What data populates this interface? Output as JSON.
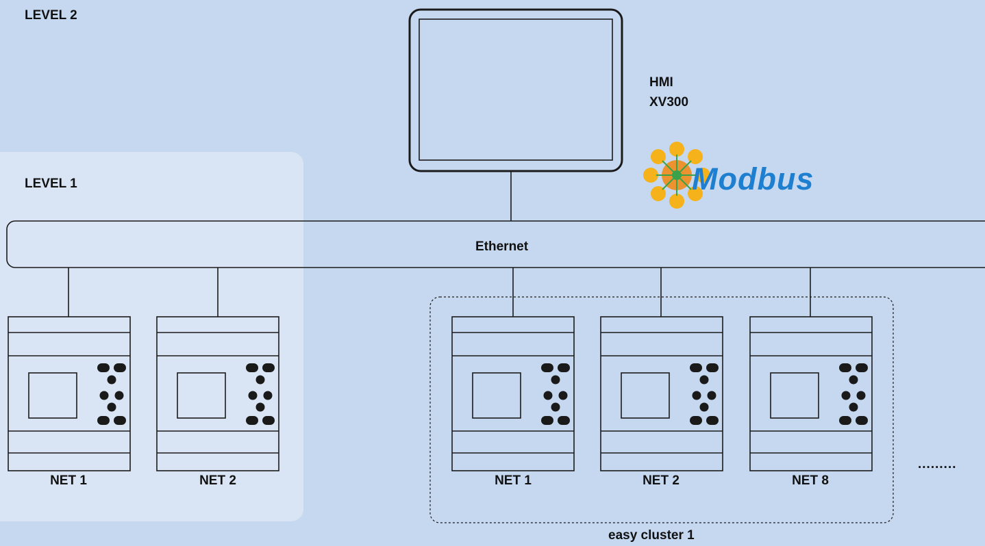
{
  "levels": {
    "level2": "LEVEL 2",
    "level1": "LEVEL 1"
  },
  "hmi": {
    "line1": "HMI",
    "line2": "XV300"
  },
  "bus": {
    "label": "Ethernet"
  },
  "logo": {
    "text": "Modbus",
    "icon": "modbus-star-icon",
    "colors": {
      "text": "#1e7fd0",
      "dots": "#f5b21b",
      "center": "#39a24a"
    }
  },
  "level1_devices": [
    {
      "label": "NET 1"
    },
    {
      "label": "NET 2"
    }
  ],
  "cluster": {
    "label": "easy cluster 1",
    "devices": [
      {
        "label": "NET 1"
      },
      {
        "label": "NET 2"
      },
      {
        "label": "NET 8"
      }
    ]
  },
  "continuation": ".........",
  "colors": {
    "background": "#c5d8ef",
    "level1_panel": "#d9e5f4",
    "stroke": "#1a1a1a"
  }
}
